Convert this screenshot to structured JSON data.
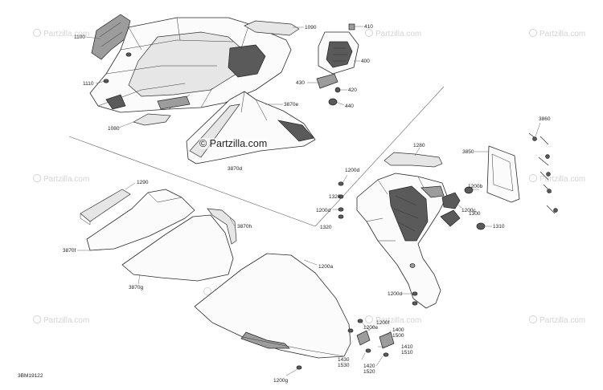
{
  "watermark": {
    "text": "Partzilla.com",
    "center_text": "© Partzilla.com",
    "color": "#d4d4d4"
  },
  "diagram_code": "3BM19122",
  "callouts": {
    "p1100": "1100",
    "p1110": "1110",
    "p1090": "1090",
    "p410": "410",
    "p400": "400",
    "p430": "430",
    "p420": "420",
    "p440": "440",
    "p1080": "1080",
    "p3870e": "3870e",
    "p3870d": "3870d",
    "p3860": "3860",
    "p3850": "3850",
    "p1280": "1280",
    "p1200d_a": "1200d",
    "p1320_a": "1320",
    "p1200d_b": "1200d",
    "p1320_b": "1320",
    "p1200b": "1200b",
    "p1300": "1300",
    "p1200c": "1200c",
    "p1310": "1310",
    "p1290": "1290",
    "p3870h": "3870h",
    "p3870f": "3870f",
    "p3870g": "3870g",
    "p1200a": "1200a",
    "p1200d_c": "1200d",
    "p1200f": "1200f",
    "p1200e": "1200e",
    "p1400": "1400",
    "p1500": "1500",
    "p1410": "1410",
    "p1510": "1510",
    "p1430": "1430",
    "p1530": "1530",
    "p1420": "1420",
    "p1520": "1520",
    "p1200g": "1200g"
  }
}
